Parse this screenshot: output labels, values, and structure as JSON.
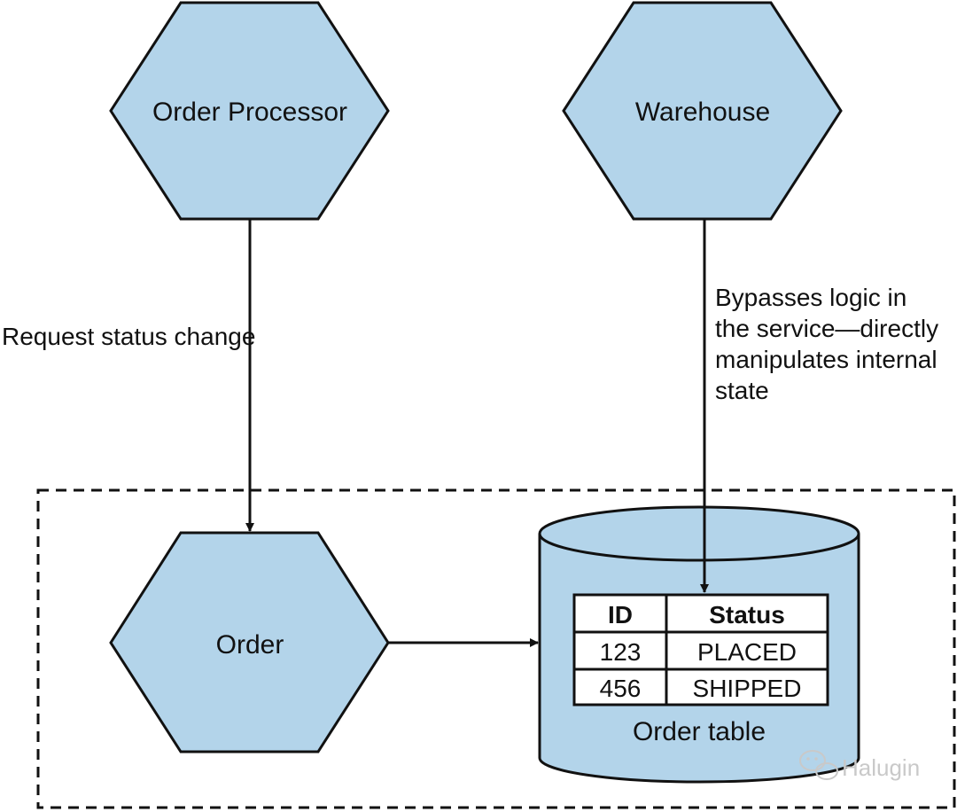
{
  "nodes": {
    "order_processor": "Order Processor",
    "warehouse": "Warehouse",
    "order": "Order",
    "order_table": "Order table"
  },
  "edges": {
    "request_status_change": "Request status change",
    "bypass_lines": [
      "Bypasses logic in",
      "the service—directly",
      "manipulates internal",
      "state"
    ]
  },
  "table": {
    "headers": [
      "ID",
      "Status"
    ],
    "rows": [
      [
        "123",
        "PLACED"
      ],
      [
        "456",
        "SHIPPED"
      ]
    ]
  },
  "watermark": "Halugin",
  "colors": {
    "node_fill": "#b3d4ea",
    "stroke": "#111111"
  }
}
